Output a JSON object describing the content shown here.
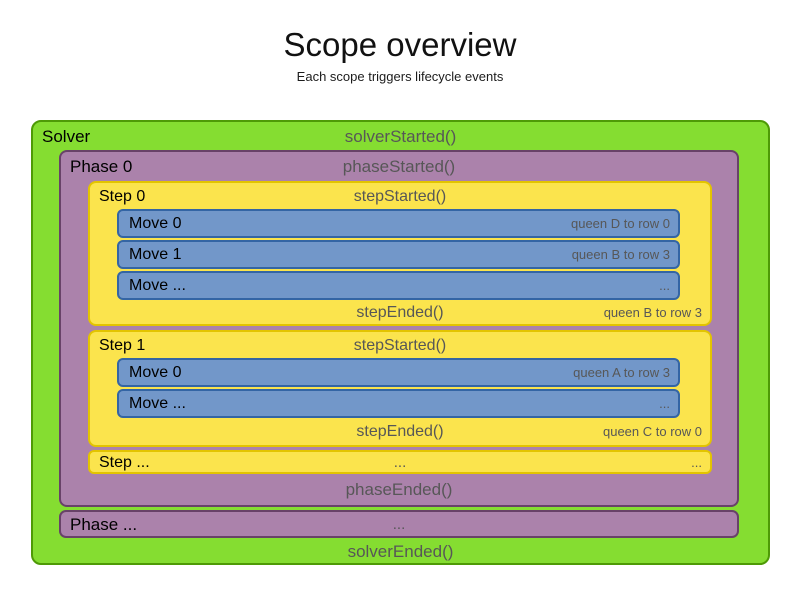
{
  "page": {
    "title": "Scope overview",
    "subtitle": "Each scope triggers lifecycle events"
  },
  "colors": {
    "solver_fill": "#85dd31",
    "solver_border": "#4e9a06",
    "phase_fill": "#ab82ab",
    "phase_border": "#684268",
    "step_fill": "#fbe44d",
    "step_border": "#e3c400",
    "move_fill": "#7297c9",
    "move_border": "#3465a4",
    "label_text": "#000000",
    "event_text": "#575757"
  },
  "solver": {
    "label": "Solver",
    "started_event": "solverStarted()",
    "ended_event": "solverEnded()",
    "phases": [
      {
        "label": "Phase 0",
        "started_event": "phaseStarted()",
        "ended_event": "phaseEnded()",
        "steps": [
          {
            "label": "Step 0",
            "started_event": "stepStarted()",
            "ended_event": "stepEnded()",
            "ended_annotation": "queen B to row 3",
            "moves": [
              {
                "label": "Move 0",
                "annotation": "queen D to row 0"
              },
              {
                "label": "Move 1",
                "annotation": "queen B to row 3"
              },
              {
                "label": "Move ...",
                "annotation": "..."
              }
            ]
          },
          {
            "label": "Step 1",
            "started_event": "stepStarted()",
            "ended_event": "stepEnded()",
            "ended_annotation": "queen C to row 0",
            "moves": [
              {
                "label": "Move 0",
                "annotation": "queen A to row 3"
              },
              {
                "label": "Move ...",
                "annotation": "..."
              }
            ]
          },
          {
            "label": "Step ...",
            "center_ellipsis": "...",
            "right_ellipsis": "..."
          }
        ]
      },
      {
        "label": "Phase ...",
        "center_ellipsis": "..."
      }
    ]
  }
}
